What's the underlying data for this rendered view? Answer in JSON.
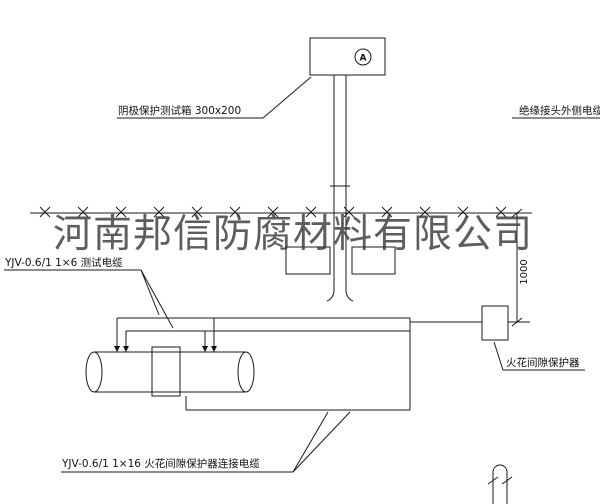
{
  "diagram": {
    "title_watermark": "河南邦信防腐材料有限公司",
    "labels": {
      "test_box": "阴极保护测试箱 300x200",
      "top_right_cable": "绝缘接头外侧电缆",
      "test_cable": "YJV-0.6/1 1×6  测试电缆",
      "spark_gap": "火花间隙保护器",
      "bottom_cable": "YJV-0.6/1 1×16  火花间隙保护器连接电缆",
      "dimension_1000": "1000",
      "meter_symbol": "A"
    },
    "colors": {
      "line": "#1a1a1a",
      "watermark": "#3a3a3a",
      "background": "#ffffff"
    }
  }
}
